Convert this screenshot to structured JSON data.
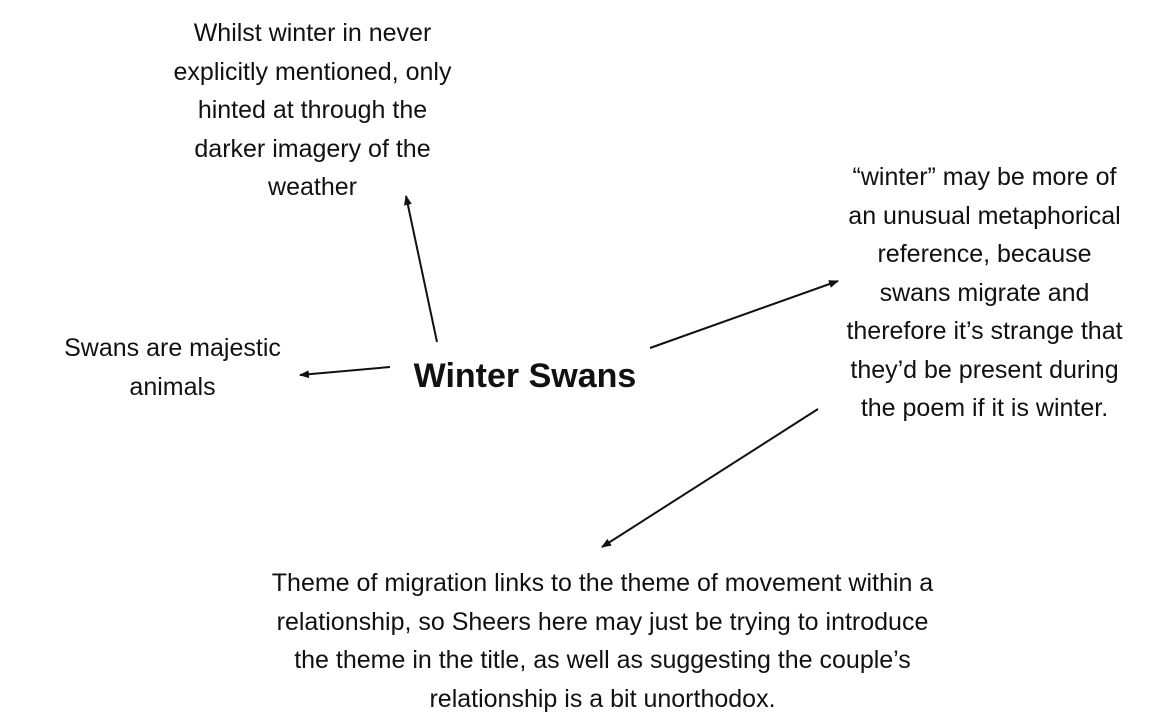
{
  "diagram": {
    "central_title": "Winter Swans",
    "notes": {
      "top": "Whilst winter in never\nexplicitly mentioned, only\nhinted at through the\ndarker imagery of the\nweather",
      "right": "“winter” may be more of\nan unusual metaphorical\nreference, because\nswans migrate and\ntherefore it’s strange that\nthey’d be present during\nthe poem if it is winter.",
      "left": "Swans are majestic\nanimals",
      "bottom": "Theme of migration links to the theme of movement within a\nrelationship, so Sheers here may just be trying to introduce\nthe theme in the title, as well as suggesting the couple’s\nrelationship is a bit unorthodox."
    },
    "colors": {
      "text": "#111111",
      "arrow": "#111111",
      "background": "#ffffff"
    }
  }
}
